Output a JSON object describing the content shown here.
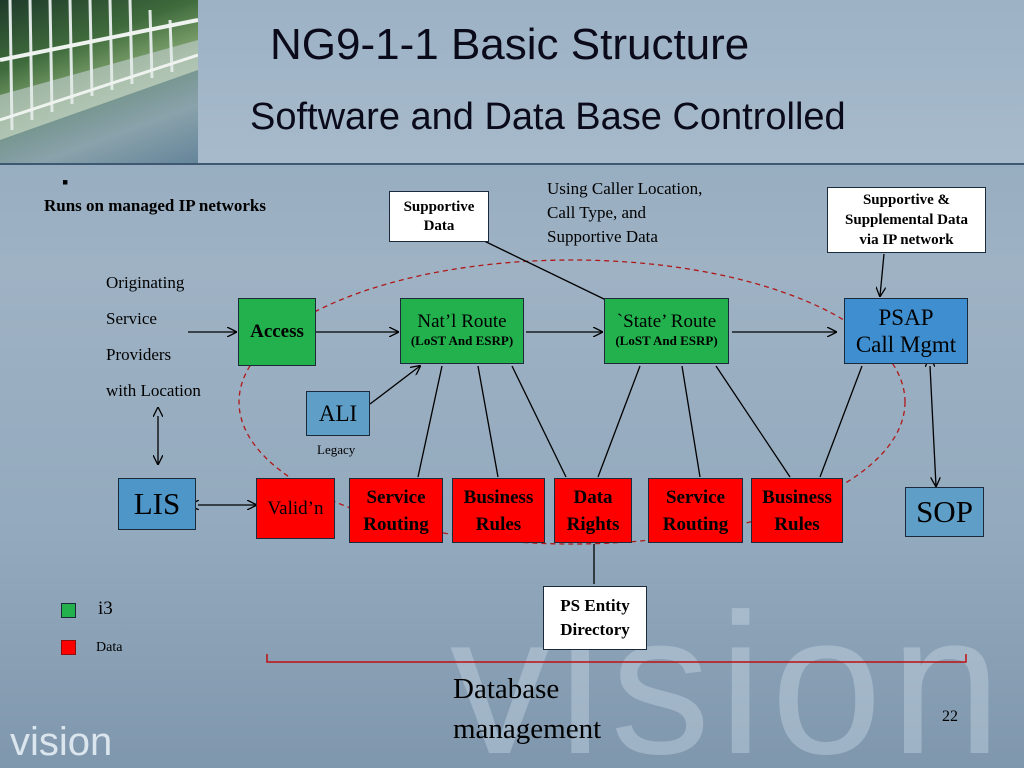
{
  "header": {
    "title": "NG9-1-1 Basic Structure",
    "subtitle": "Software and Data Base Controlled"
  },
  "bullet": {
    "glyph": "▪",
    "text": "Runs on managed IP networks"
  },
  "originating": [
    "Originating",
    "Service",
    "Providers",
    "with Location"
  ],
  "boxes": {
    "supportive_data": [
      "Supportive",
      "Data"
    ],
    "caller_location_note": [
      "Using Caller Location,",
      "Call Type, and",
      "Supportive Data"
    ],
    "supplemental": [
      "Supportive &",
      "Supplemental Data",
      "via IP network"
    ],
    "access": "Access",
    "natl_route": "Nat’l Route",
    "natl_route_sub": "(LoST And ESRP)",
    "state_route": "`State’ Route",
    "state_route_sub": "(LoST And ESRP)",
    "psap": [
      "PSAP",
      "Call Mgmt"
    ],
    "ali": "ALI",
    "ali_legacy": "Legacy",
    "lis": "LIS",
    "validn": "Valid’n",
    "service_routing_1": [
      "Service",
      "Routing"
    ],
    "business_rules_1": [
      "Business",
      "Rules"
    ],
    "data_rights": [
      "Data",
      "Rights"
    ],
    "service_routing_2": [
      "Service",
      "Routing"
    ],
    "business_rules_2": [
      "Business",
      "Rules"
    ],
    "sop": "SOP",
    "ps_entity": [
      "PS Entity",
      "Directory"
    ]
  },
  "legend": {
    "items": [
      {
        "label": "i3",
        "color": "#22b14c"
      },
      {
        "label": "Data",
        "color": "#ff0000"
      }
    ]
  },
  "footer": {
    "database_management": [
      "Database",
      "management"
    ],
    "page_number": "22",
    "brand": "vision"
  },
  "colors": {
    "title": "#0a0a1a",
    "green": "#22b14c",
    "red": "#ff0000",
    "blue": "#3f8fd0",
    "steel": "#5f9fc7",
    "dashed_ellipse": "#b01818"
  }
}
